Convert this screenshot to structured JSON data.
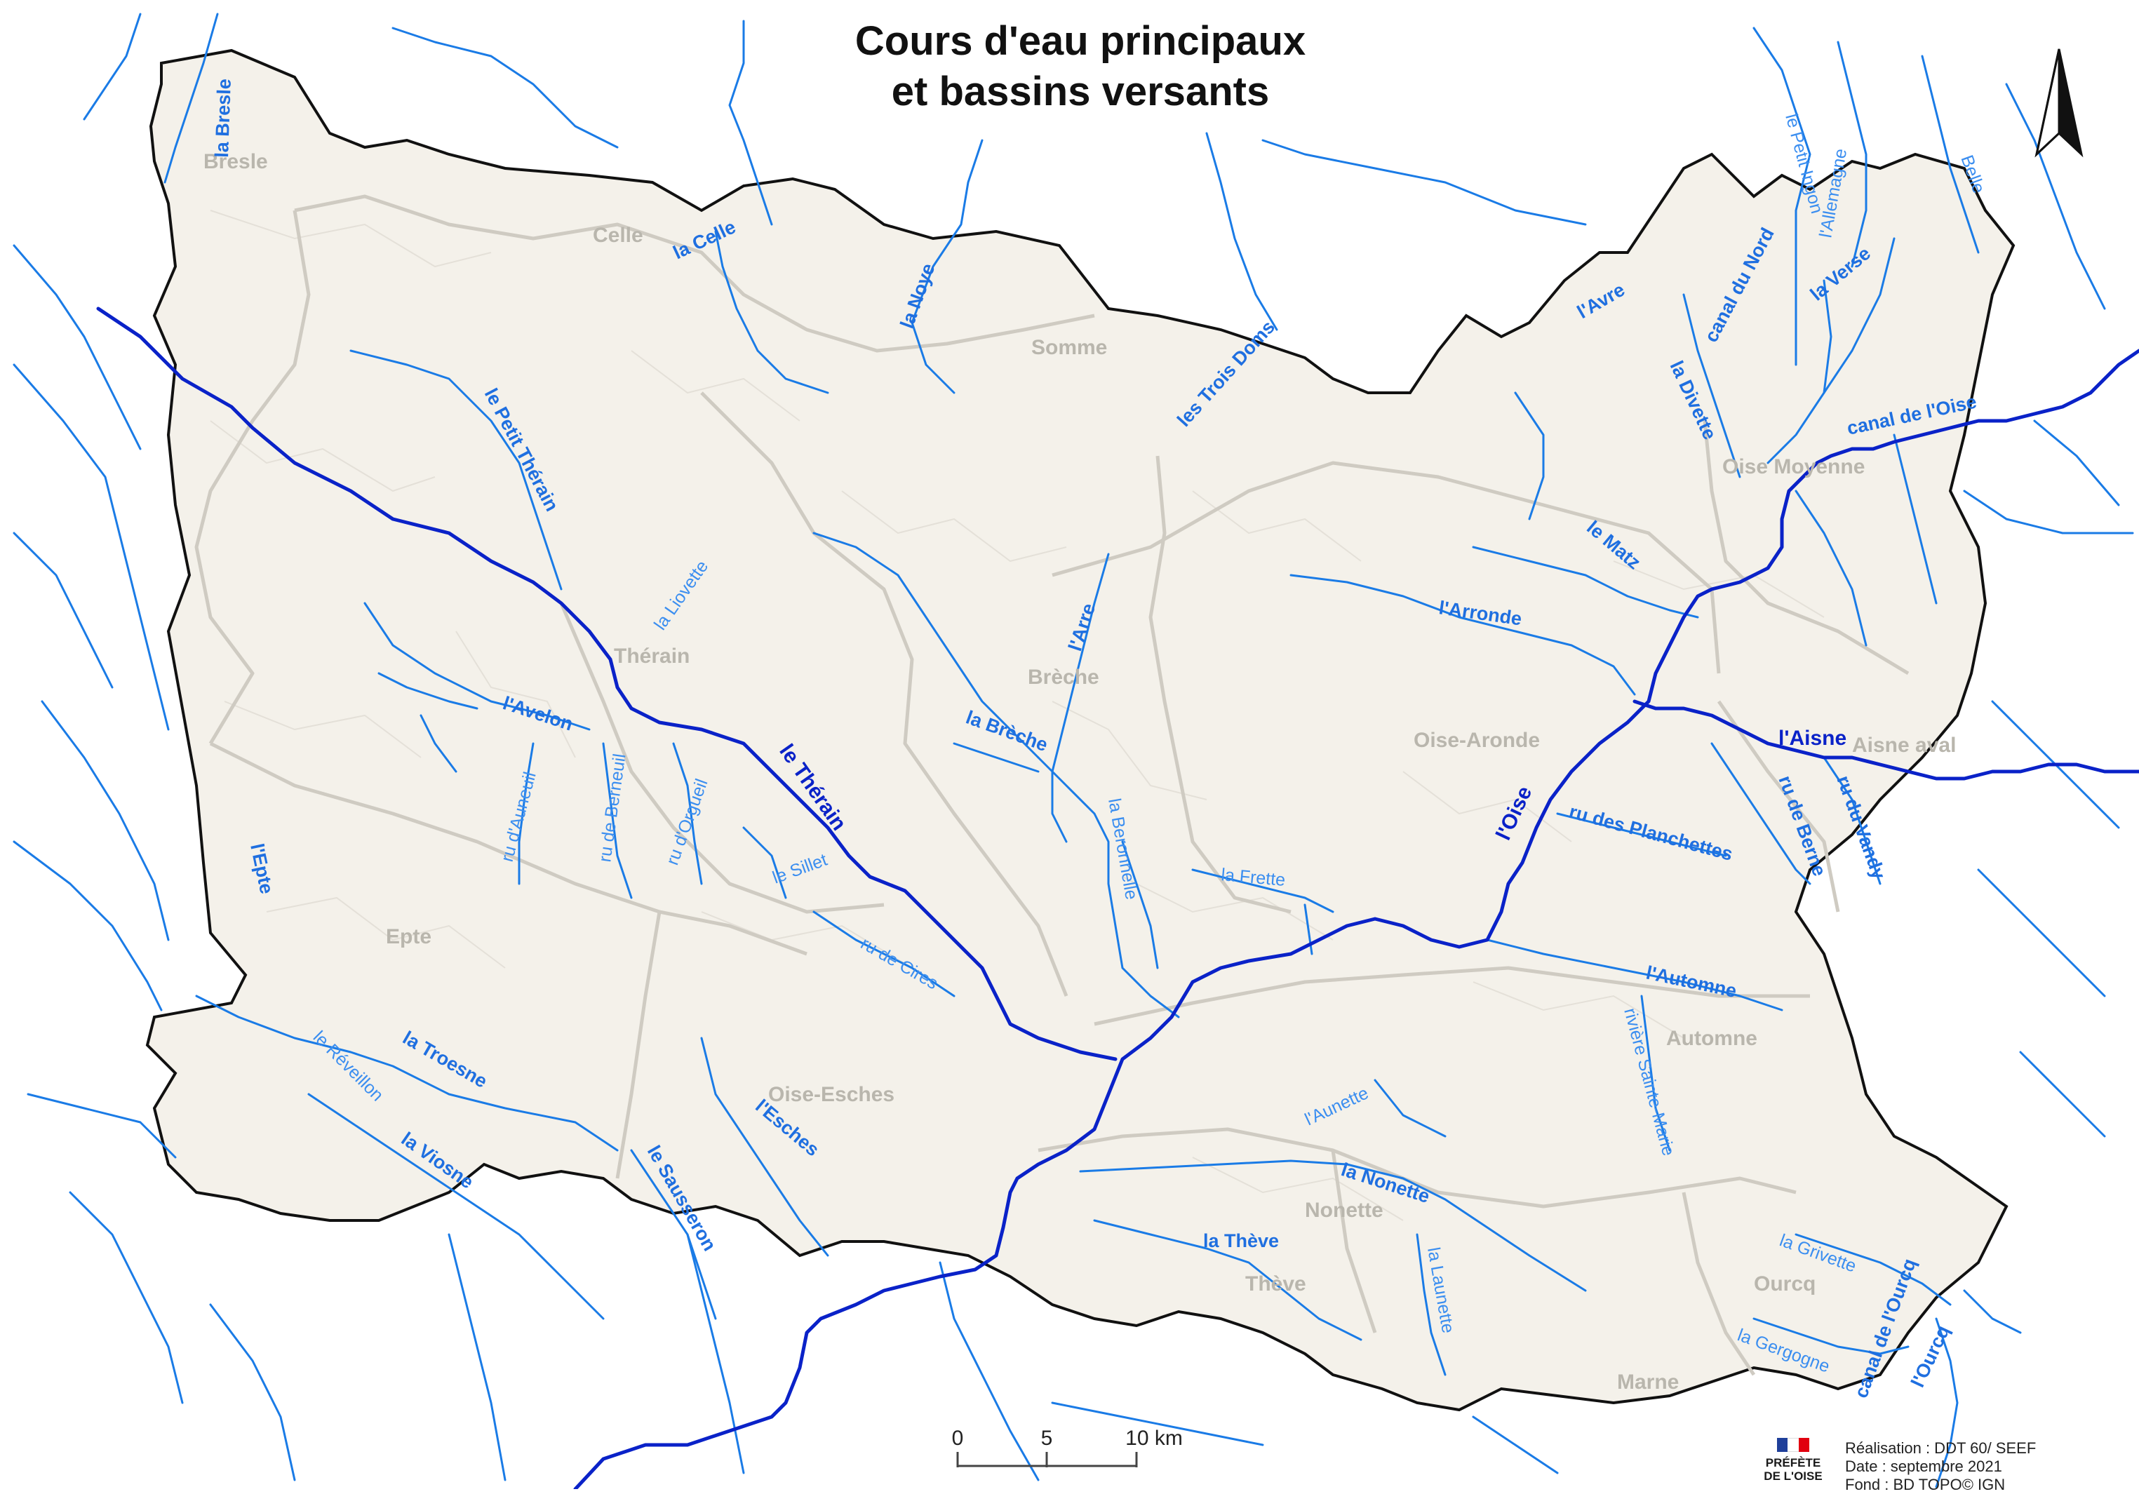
{
  "title": {
    "line1": "Cours d'eau principaux",
    "line2": "et bassins versants"
  },
  "bassins": [
    "Bresle",
    "Celle",
    "Somme",
    "Thérain",
    "Brèche",
    "Epte",
    "Oise-Esches",
    "Oise-Aronde",
    "Oise Moyenne",
    "Aisne aval",
    "Automne",
    "Nonette",
    "Thève",
    "Ourcq",
    "Marne"
  ],
  "rivers_main": [
    "le Thérain",
    "l'Oise",
    "l'Aisne"
  ],
  "rivers": [
    "la Bresle",
    "la Celle",
    "la Noye",
    "les Trois Doms",
    "l'Avre",
    "canal du Nord",
    "la Verse",
    "la Divette",
    "canal de l'Oise",
    "le Petit Thérain",
    "l'Avelon",
    "l'Arre",
    "la Brèche",
    "le Matz",
    "l'Arronde",
    "ru des Planchettes",
    "ru de Berne",
    "ru du Vandy",
    "l'Epte",
    "la Troesne",
    "la Viosne",
    "le Sausseron",
    "l'Esches",
    "l'Automne",
    "la Nonette",
    "la Thève",
    "canal de l'Ourcq",
    "l'Ourcq"
  ],
  "rivers_minor": [
    "la Liovette",
    "ru d'Auneuil",
    "ru de Berneuil",
    "ru d'Orgueil",
    "le Sillet",
    "ru de Cires",
    "la Beronnelle",
    "la Frette",
    "rivière Sainte-Marie",
    "l'Aunette",
    "la Launette",
    "la Grivette",
    "la Gergogne",
    "le Réveillon",
    "le Petit Ingon",
    "l'Allemagne",
    "Belle"
  ],
  "scale": {
    "labels": [
      "0",
      "5",
      "10 km"
    ]
  },
  "north_arrow_icon": "north-arrow-icon",
  "logo": {
    "line1": "PRÉFÈTE",
    "line2": "DE L'OISE"
  },
  "credits": [
    "Réalisation : DDT 60/ SEEF",
    "Date : septembre 2021",
    "Fond : BD TOPO© IGN"
  ],
  "colors": {
    "territory": "#f4f1ea",
    "border": "#111111",
    "main_river": "#0a22c8",
    "river": "#1a7be6",
    "basin_line": "#cfcbc2",
    "communes": "#e4e0d8"
  }
}
